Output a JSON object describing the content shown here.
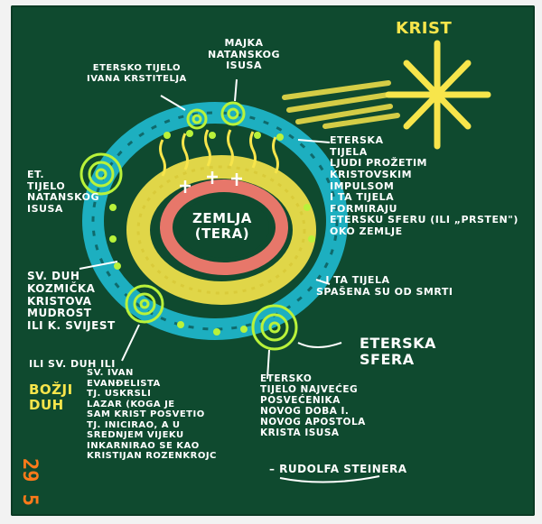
{
  "labels": {
    "krist": "KRIST",
    "majka": "MAJKA\nNATANSKOG\nISUSA",
    "etersko_ivana": "ETERSKO TIJELO\nIVANA KRSTITELJA",
    "et_tijelo": "ET.\nTIJELO\nNATANSKOG\nISUSA",
    "eterska_tijela": "ETERSKA\nTIJELA\nLJUDI PROŽETIM\nKRISTOVSKIM\nIMPULSOM\nI TA TIJELA\nFORMIRAJU\nETERSKU SFERU (ILI „PRSTEN\")\nOKO ZEMLJE",
    "spasena": "– I TA TIJELA\nSPAŠENA SU OD SMRTI",
    "zemlja": "ZEMLJA\n(TERA)",
    "eterska_sfera": "ETERSKA\nSFERA",
    "sv_duh": "SV. DUH\nKOZMIČKA\nKRISTOVA\nMUDROST\nILI K. SVIJEST",
    "ili_sv_duh": "ILI SV. DUH ILI",
    "bozji_duh": "BOŽJI\nDUH",
    "sv_ivan": "SV. IVAN\nEVANĐELISTA\nTJ. USKRSLI\nLAZAR (KOGA JE\nSAM KRIST POSVETIO\nTJ. INICIRAO, A U\nSREDNJEM VIJEKU\nINKARNIRAO SE KAO\nKRISTIJAN ROZENKROJC",
    "etersko_tijelo": "ETERSKO\nTIJELO NAJVEĆEG\nPOSVEĆENIKA\nNOVOG DOBA I.\nNOVOG APOSTOLA\nKRISTA ISUSA",
    "rudolfa": "– RUDOLFA STEINERA"
  },
  "datestamp": "29 5",
  "colors": {
    "board": "#0f4a2f",
    "chalk_white": "#ffffff",
    "chalk_yellow": "#f7e54b",
    "chalk_cyan": "#1fb4c8",
    "chalk_green": "#b9f23a",
    "chalk_red": "#e7776a",
    "stamp_orange": "#ff7a1a"
  },
  "icons": {
    "star": "christ-star-icon",
    "rings": "etheric-ring-icon",
    "arrows": "chalk-arrow-icon"
  }
}
